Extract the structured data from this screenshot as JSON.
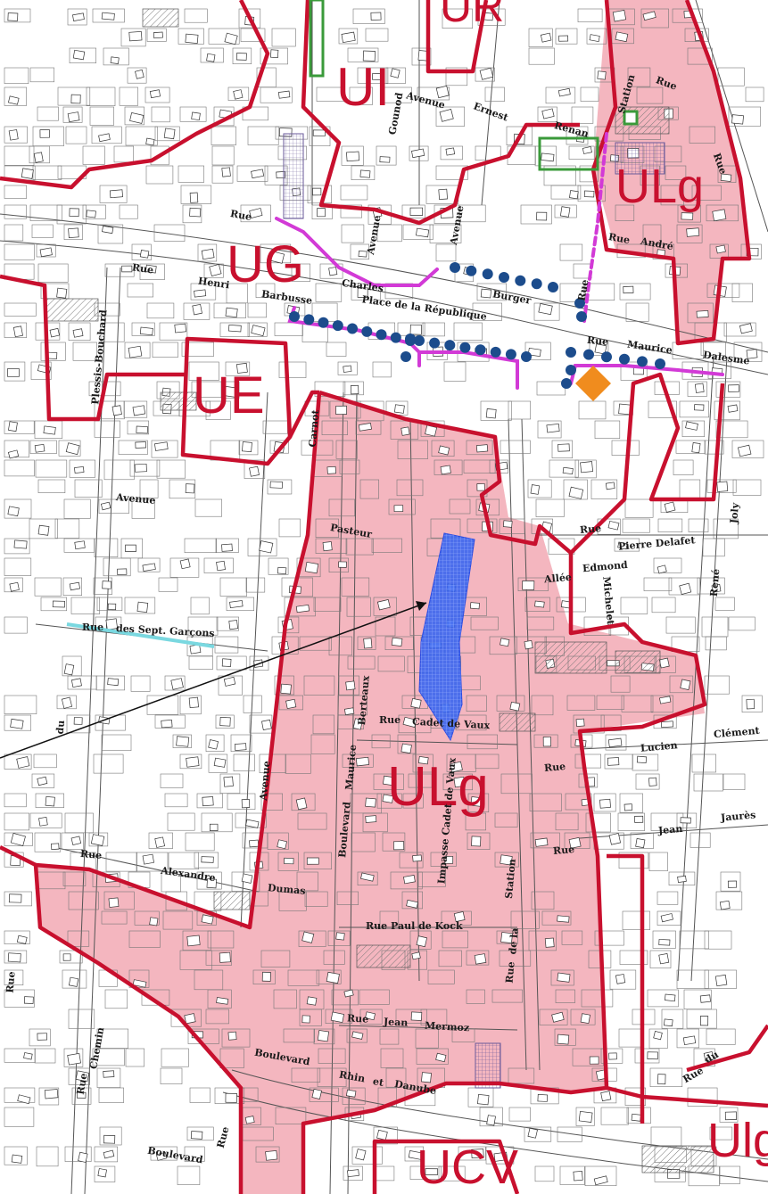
{
  "map": {
    "colors": {
      "zone_boundary": "#c8102e",
      "zone_fill": "#f4b6bf",
      "zone_label": "#c8102e",
      "parcel_line": "#555555",
      "building_hatch": "#777777",
      "highlight_parcel": "#3a66f0",
      "purple_line": "#d23ad6",
      "tree_dots": "#1c4c8c",
      "green_outline": "#3a9a3a",
      "orange_marker": "#f08c1e",
      "cyan_line": "#7ad8e0",
      "hatched_purple": "#9a8ac0"
    },
    "zones": [
      "UI",
      "UG",
      "ULg",
      "UE",
      "ULg",
      "UCV",
      "UR",
      "Ulg"
    ],
    "streets": [
      "Rue",
      "Avenue",
      "Gounod",
      "Ernest",
      "Renan",
      "Station",
      "Rue",
      "Rue",
      "Avenue",
      "Avenue",
      "Charles",
      "Burger",
      "Rue",
      "Rue",
      "André",
      "Rue",
      "Henri",
      "Barbusse",
      "Place de la République",
      "Rue",
      "Maurice",
      "Dalesme",
      "Plessis-Bouchard",
      "Carnot",
      "Avenue",
      "Pasteur",
      "Rue",
      "Pierre Delafet",
      "Edmond",
      "Allée",
      "Michelet",
      "René",
      "Joly",
      "Rue",
      "des Sept. Garçons",
      "du",
      "Rue",
      "Cadet de Vaux",
      "Impasse Cadet de Vaux",
      "Boulevard",
      "Maurice",
      "Berteaux",
      "Avenue",
      "Rue",
      "Lucien",
      "Clément",
      "Rue",
      "Jean",
      "Jaurès",
      "Rue",
      "Rue",
      "Alexandre",
      "Dumas",
      "Rue Paul de Kock",
      "Rue",
      "de la",
      "Station",
      "Rue",
      "Rue",
      "Jean",
      "Mermoz",
      "Rue",
      "Chemin",
      "Boulevard",
      "Rhin",
      "et",
      "Danube",
      "Boulevard",
      "Rue",
      "du"
    ]
  }
}
